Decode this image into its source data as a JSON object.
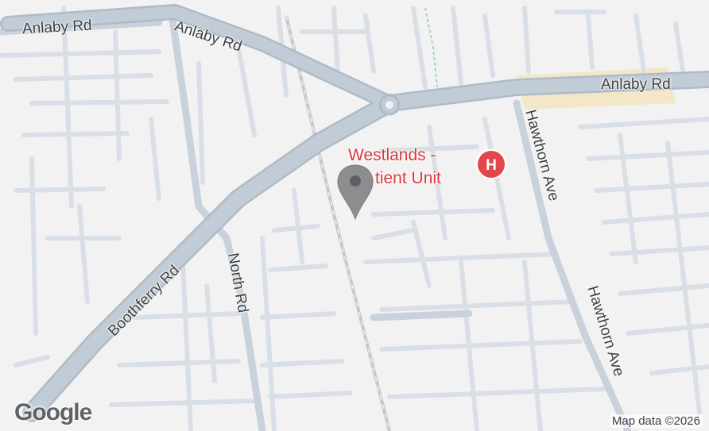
{
  "map": {
    "colors": {
      "background": "#f3f2f3",
      "road_minor": "#d4dbe3",
      "road_major": "#b9c4cf",
      "railway": "#c3c3c3",
      "highlight_area": "#f3e7c8",
      "poi_red": "#e5464b",
      "marker_gray": "#8c8d8e"
    },
    "roads": {
      "anlaby_rd_left": "Anlaby Rd",
      "anlaby_rd_center": "Anlaby Rd",
      "anlaby_rd_right": "Anlaby Rd",
      "boothferry_rd": "Boothferry Rd",
      "north_rd": "North Rd",
      "hawthorn_ave_top": "Hawthorn Ave",
      "hawthorn_ave_bottom": "Hawthorn Ave"
    },
    "poi": {
      "name_line1": "Westlands -",
      "name_line2": "tient Unit",
      "icon_letter": "H",
      "icon": "hospital-pin-icon"
    },
    "marker_icon": "location-marker-icon",
    "attribution": "Map data ©2026",
    "logo": "Google"
  }
}
